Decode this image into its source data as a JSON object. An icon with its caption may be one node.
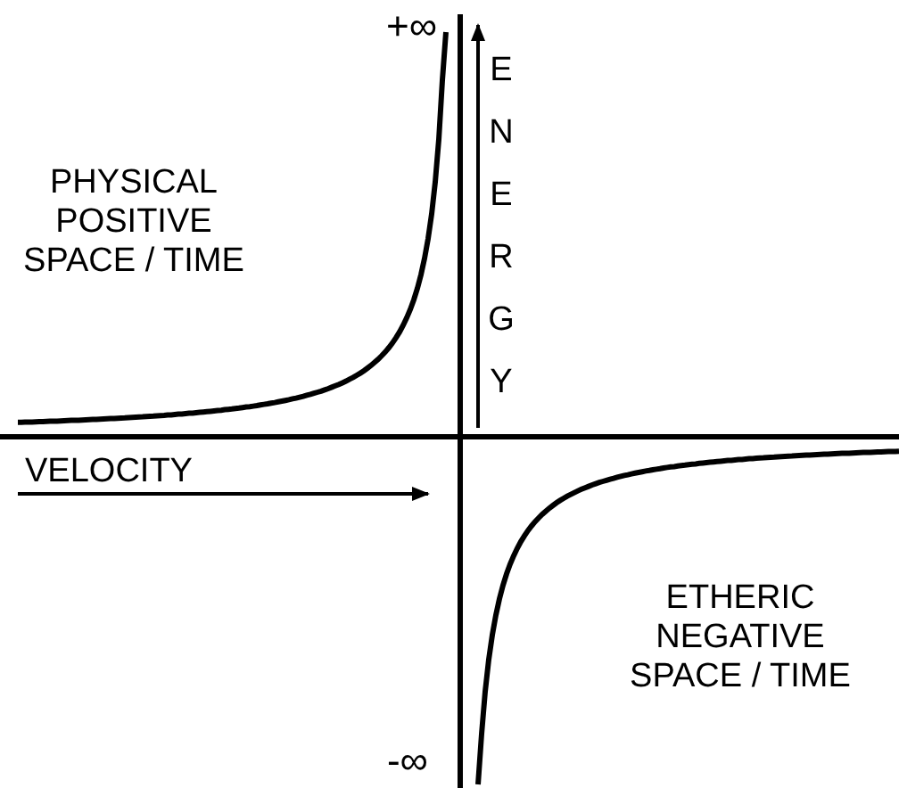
{
  "diagram": {
    "labels": [
      "+∞",
      "PHYSICAL POSITIVE SPACE / TIME",
      "ENERGY",
      "VELOCITY",
      "ETHERIC NEGATIVE SPACE / TIME",
      "-∞"
    ]
  }
}
